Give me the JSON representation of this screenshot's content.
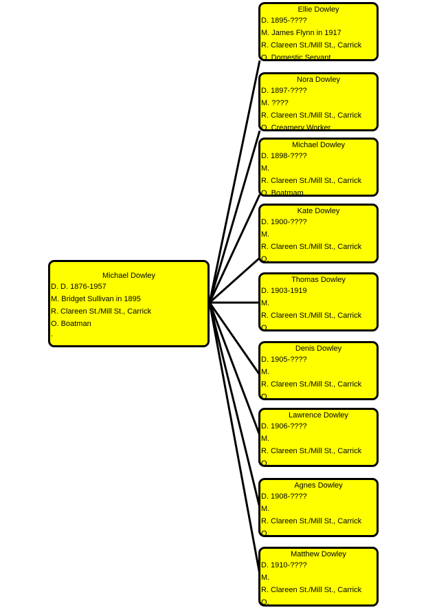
{
  "parent": {
    "name": "Michael Dowley",
    "lines": [
      "D. D. 1876-1957",
      "M. Bridget Sullivan in 1895",
      "R. Clareen St./Mill St., Carrick",
      "O. Boatman",
      "."
    ]
  },
  "children": [
    {
      "name": "Ellie Dowley",
      "lines": [
        "D. 1895-????",
        "M. James Flynn in 1917",
        "R. Clareen St./Mill St., Carrick",
        "O. Domestic Servant"
      ]
    },
    {
      "name": "Nora Dowley",
      "lines": [
        "D. 1897-????",
        "M. ????",
        "R. Clareen St./Mill St., Carrick",
        "O. Creamery Worker"
      ]
    },
    {
      "name": "Michael Dowley",
      "lines": [
        "D. 1898-????",
        "M.",
        "R. Clareen St./Mill St., Carrick",
        "O. Boatmam"
      ]
    },
    {
      "name": "Kate Dowley",
      "lines": [
        "D. 1900-????",
        "M.",
        "R. Clareen St./Mill St., Carrick",
        "O."
      ]
    },
    {
      "name": "Thomas Dowley",
      "lines": [
        "D. 1903-1919",
        "M.",
        "R. Clareen St./Mill St., Carrick",
        "O."
      ]
    },
    {
      "name": "Denis Dowley",
      "lines": [
        "D. 1905-????",
        "M.",
        "R. Clareen St./Mill St., Carrick",
        "O."
      ]
    },
    {
      "name": "Lawrence Dowley",
      "lines": [
        "D. 1906-????",
        "M.",
        "R. Clareen St./Mill St., Carrick",
        "O."
      ]
    },
    {
      "name": "Agnes Dowley",
      "lines": [
        "D. 1908-????",
        "M.",
        "R. Clareen St./Mill St., Carrick",
        "O."
      ]
    },
    {
      "name": "Matthew Dowley",
      "lines": [
        "D. 1910-????",
        "M.",
        "R. Clareen St./Mill St., Carrick",
        "O."
      ]
    }
  ],
  "colors": {
    "box_fill": "#ffff00",
    "border": "#000000",
    "connector": "#000000"
  }
}
